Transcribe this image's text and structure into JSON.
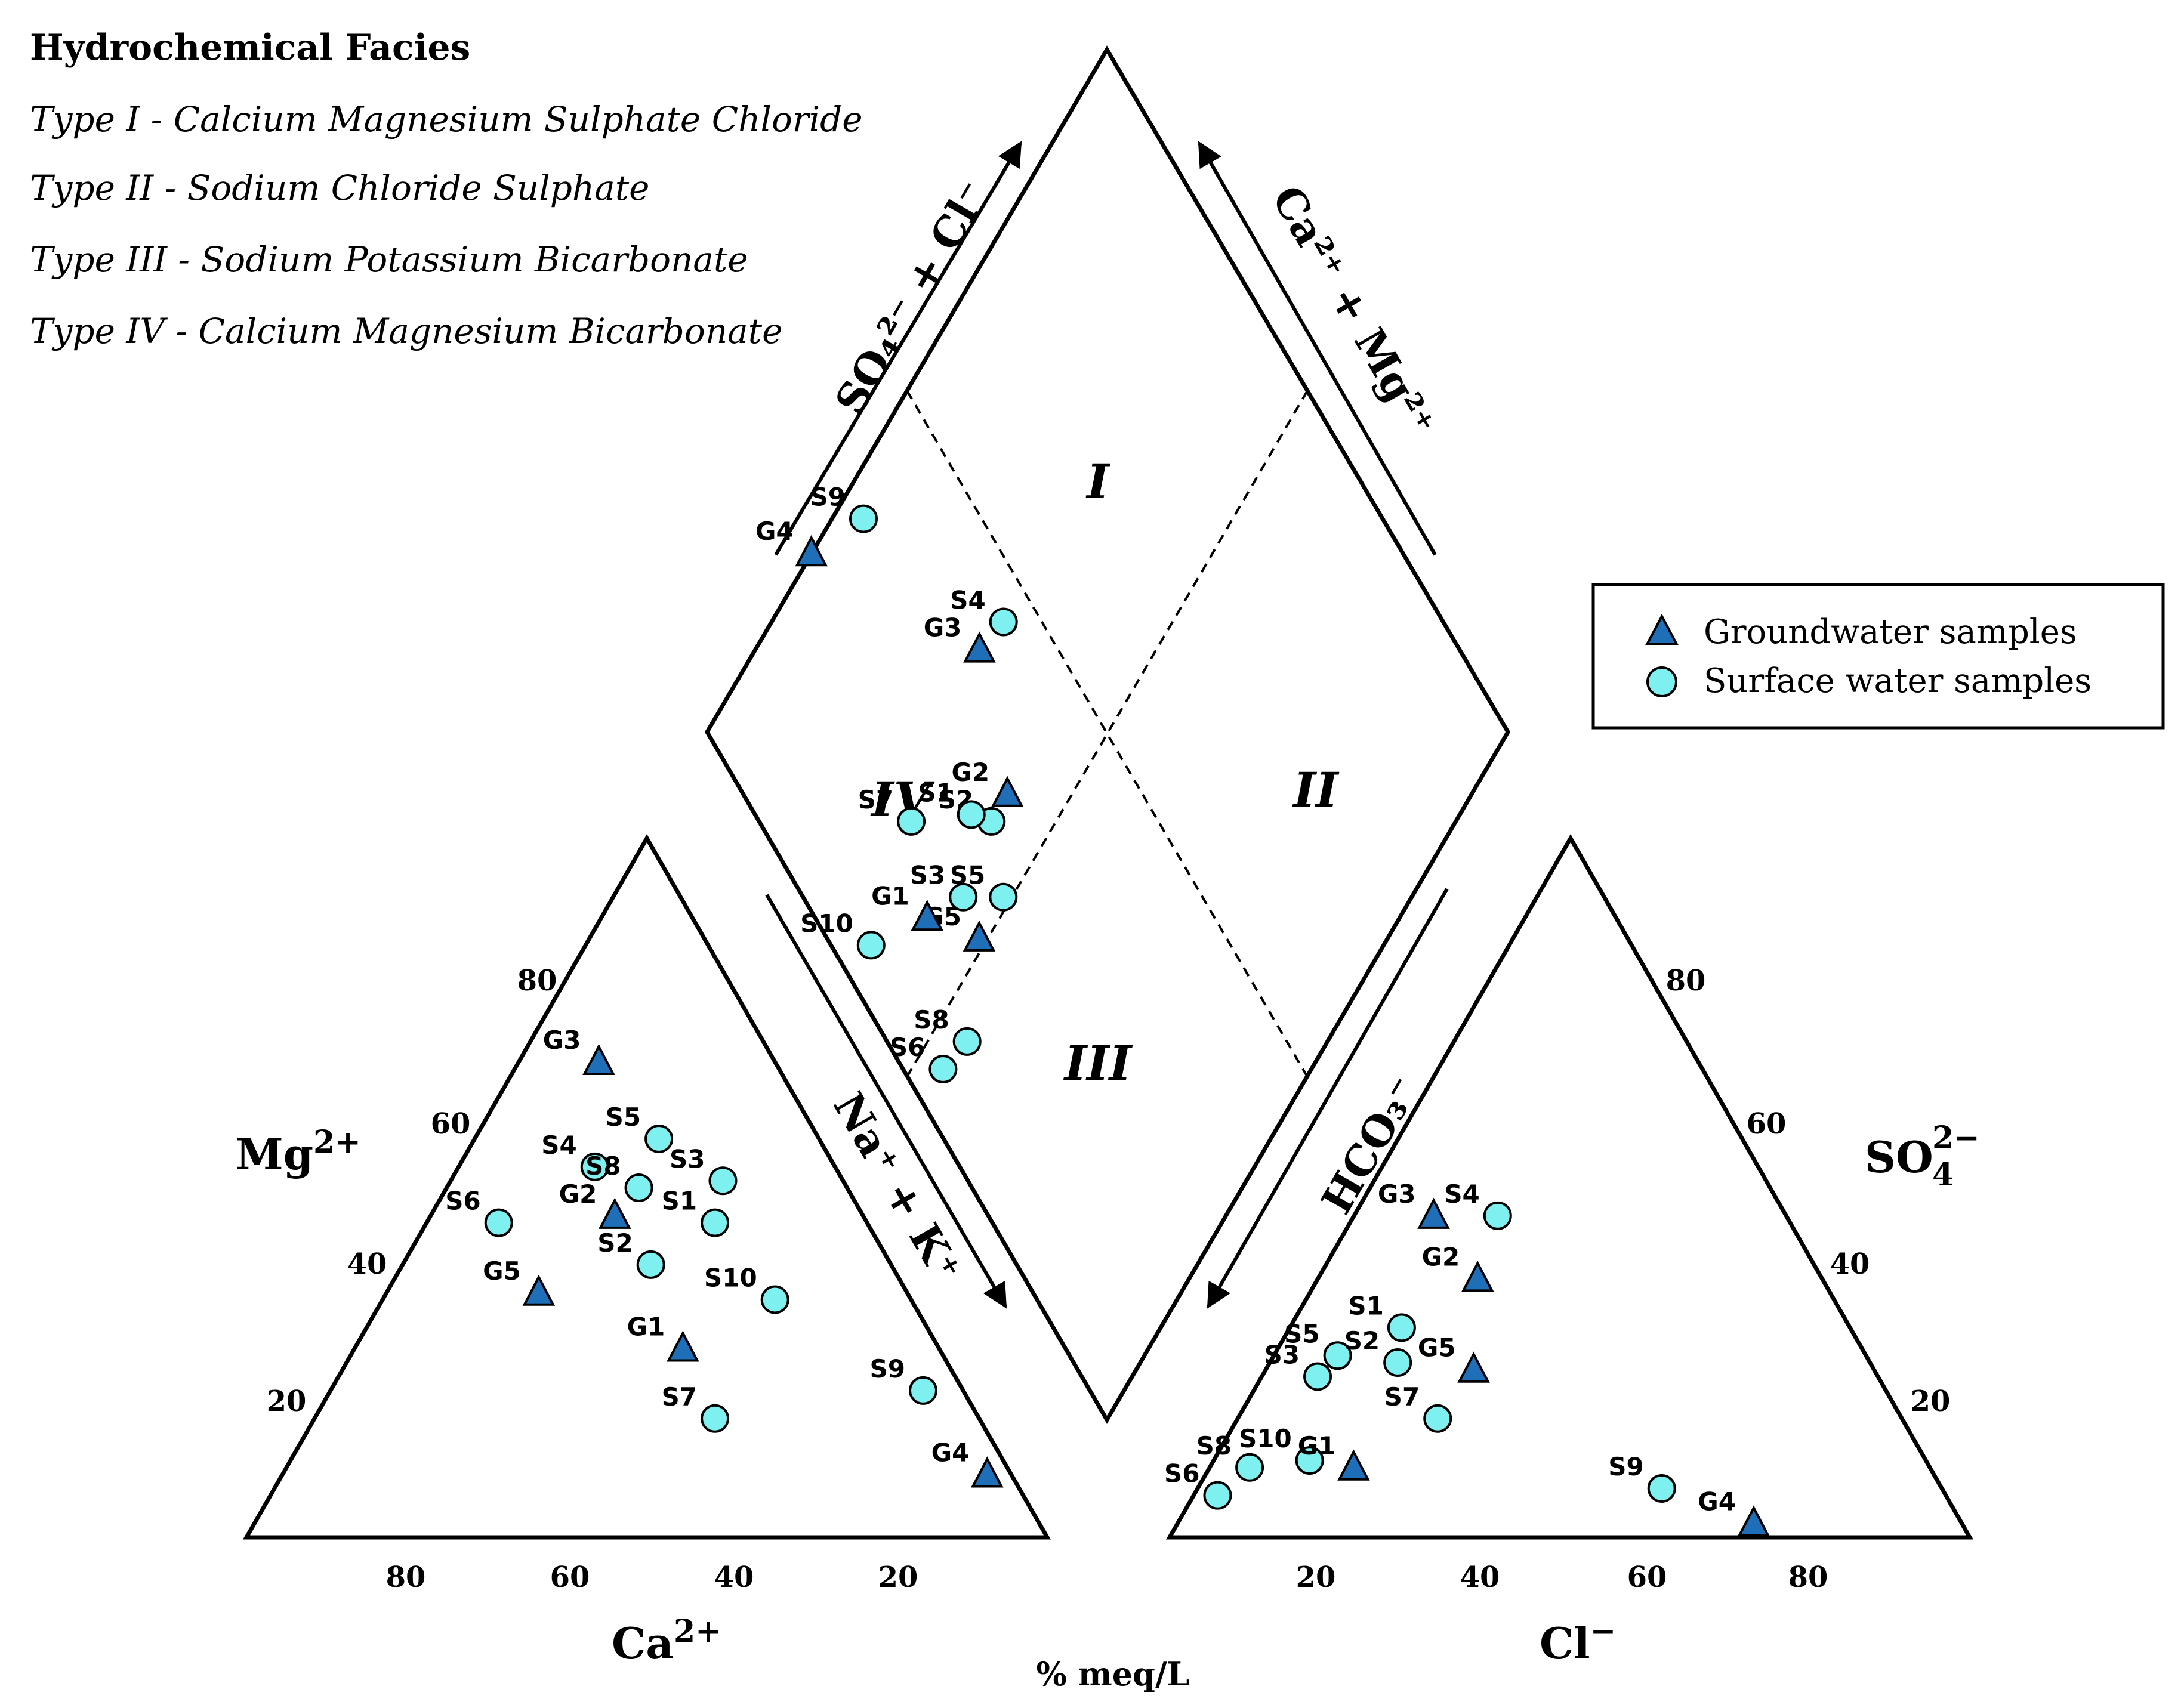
{
  "chart_data": {
    "type": "scatter",
    "chart_kind": "piper",
    "legend_block": {
      "title": "Hydrochemical Facies",
      "types": [
        "Type I - Calcium Magnesium Sulphate Chloride",
        "Type II - Sodium Chloride Sulphate",
        "Type III - Sodium Potassium Bicarbonate",
        "Type IV - Calcium Magnesium Bicarbonate"
      ]
    },
    "units": "% meq/L",
    "cation_axis": {
      "ticks": [
        "80",
        "60",
        "40",
        "20"
      ],
      "bottom_label": "Ca",
      "bottom_sup": "2+",
      "left_label": "Mg",
      "left_sup": "2+",
      "side_label": "Na⁺ + K⁺"
    },
    "anion_axis": {
      "ticks": [
        "20",
        "40",
        "60",
        "80"
      ],
      "bottom_label": "Cl",
      "bottom_sup": "−",
      "right_label": "SO",
      "right_sub": "4",
      "right_sup": "2−",
      "side_label": "HCO₃⁻"
    },
    "diamond": {
      "top_left_label": "SO₄²⁻ + Cl⁻",
      "top_right_label": "Ca²⁺ + Mg²⁺",
      "regions": [
        "I",
        "II",
        "III",
        "IV"
      ]
    },
    "series": [
      {
        "name": "Groundwater samples",
        "marker": "triangle",
        "color": "#1f6fb8"
      },
      {
        "name": "Surface water samples",
        "marker": "circle",
        "color": "#7ff0f0"
      }
    ],
    "cation_points": [
      {
        "id": "G3",
        "series": 0,
        "ca": 22,
        "mg": 68
      },
      {
        "id": "G2",
        "series": 0,
        "ca": 31,
        "mg": 46
      },
      {
        "id": "G5",
        "series": 0,
        "ca": 46,
        "mg": 35
      },
      {
        "id": "G1",
        "series": 0,
        "ca": 32,
        "mg": 27
      },
      {
        "id": "G4",
        "series": 0,
        "ca": 3,
        "mg": 9
      },
      {
        "id": "S4",
        "series": 1,
        "ca": 30,
        "mg": 53
      },
      {
        "id": "S5",
        "series": 1,
        "ca": 20,
        "mg": 57
      },
      {
        "id": "S8",
        "series": 1,
        "ca": 26,
        "mg": 50
      },
      {
        "id": "S3",
        "series": 1,
        "ca": 15,
        "mg": 51
      },
      {
        "id": "S1",
        "series": 1,
        "ca": 19,
        "mg": 45
      },
      {
        "id": "S6",
        "series": 1,
        "ca": 46,
        "mg": 45
      },
      {
        "id": "S2",
        "series": 1,
        "ca": 30,
        "mg": 39
      },
      {
        "id": "S10",
        "series": 1,
        "ca": 17,
        "mg": 34
      },
      {
        "id": "S9",
        "series": 1,
        "ca": 5,
        "mg": 21
      },
      {
        "id": "S7",
        "series": 1,
        "ca": 33,
        "mg": 17
      }
    ],
    "anion_points": [
      {
        "id": "G3",
        "series": 0,
        "cl": 10,
        "so4": 46
      },
      {
        "id": "S4",
        "series": 1,
        "cl": 18,
        "so4": 46
      },
      {
        "id": "G2",
        "series": 0,
        "cl": 20,
        "so4": 37
      },
      {
        "id": "S1",
        "series": 1,
        "cl": 14,
        "so4": 30
      },
      {
        "id": "S5",
        "series": 1,
        "cl": 8,
        "so4": 26
      },
      {
        "id": "S2",
        "series": 1,
        "cl": 16,
        "so4": 25
      },
      {
        "id": "S3",
        "series": 1,
        "cl": 7,
        "so4": 23
      },
      {
        "id": "G5",
        "series": 0,
        "cl": 26,
        "so4": 24
      },
      {
        "id": "S7",
        "series": 1,
        "cl": 25,
        "so4": 17
      },
      {
        "id": "S10",
        "series": 1,
        "cl": 12,
        "so4": 11
      },
      {
        "id": "G1",
        "series": 0,
        "cl": 18,
        "so4": 10
      },
      {
        "id": "S8",
        "series": 1,
        "cl": 5,
        "so4": 10
      },
      {
        "id": "S6",
        "series": 1,
        "cl": 3,
        "so4": 6
      },
      {
        "id": "S9",
        "series": 1,
        "cl": 58,
        "so4": 7
      },
      {
        "id": "G4",
        "series": 0,
        "cl": 72,
        "so4": 2
      }
    ],
    "diamond_points": [
      {
        "id": "S4",
        "series": 1,
        "a": 0.45,
        "b": 0.71
      },
      {
        "id": "G3",
        "series": 0,
        "a": 0.4,
        "b": 0.72
      },
      {
        "id": "G2",
        "series": 0,
        "a": 0.33,
        "b": 0.58
      },
      {
        "id": "S5",
        "series": 1,
        "a": 0.25,
        "b": 0.51
      },
      {
        "id": "S2",
        "series": 1,
        "a": 0.29,
        "b": 0.58
      },
      {
        "id": "S1",
        "series": 1,
        "a": 0.27,
        "b": 0.61
      },
      {
        "id": "G5",
        "series": 0,
        "a": 0.19,
        "b": 0.51
      },
      {
        "id": "S6",
        "series": 1,
        "a": 0.05,
        "b": 0.46
      },
      {
        "id": "S3",
        "series": 1,
        "a": 0.2,
        "b": 0.56
      },
      {
        "id": "S8",
        "series": 1,
        "a": 0.1,
        "b": 0.45
      },
      {
        "id": "S7",
        "series": 1,
        "a": 0.19,
        "b": 0.68
      },
      {
        "id": "G1",
        "series": 0,
        "a": 0.14,
        "b": 0.59
      },
      {
        "id": "S10",
        "series": 1,
        "a": 0.05,
        "b": 0.64
      },
      {
        "id": "S9",
        "series": 1,
        "a": 0.35,
        "b": 0.96
      },
      {
        "id": "G4",
        "series": 0,
        "a": 0.26,
        "b": 1.0
      }
    ]
  }
}
